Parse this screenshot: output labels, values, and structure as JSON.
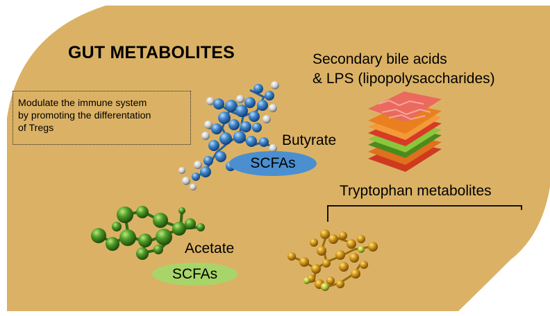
{
  "title": "GUT METABOLITES",
  "bile": {
    "line1": "Secondary bile acids",
    "line2": "& LPS (lipopolysaccharides)"
  },
  "immune": {
    "line1": "Modulate the immune system",
    "line2": "by promoting the differentation",
    "line3": "of Tregs"
  },
  "butyrate": {
    "label": "Butyrate",
    "pill": "SCFAs"
  },
  "acetate": {
    "label": "Acetate",
    "pill": "SCFAs"
  },
  "tryptophan": {
    "label": "Tryptophan metabolites"
  },
  "colors": {
    "background_panel": "#dbb265",
    "butyrate_atoms": "#3f86c9",
    "acetate_atoms": "#4e9a26",
    "tryptophan_atoms": "#d59a1a",
    "scfa_pill_blue": "#4b8fd0",
    "scfa_pill_green": "#a8d56a"
  }
}
